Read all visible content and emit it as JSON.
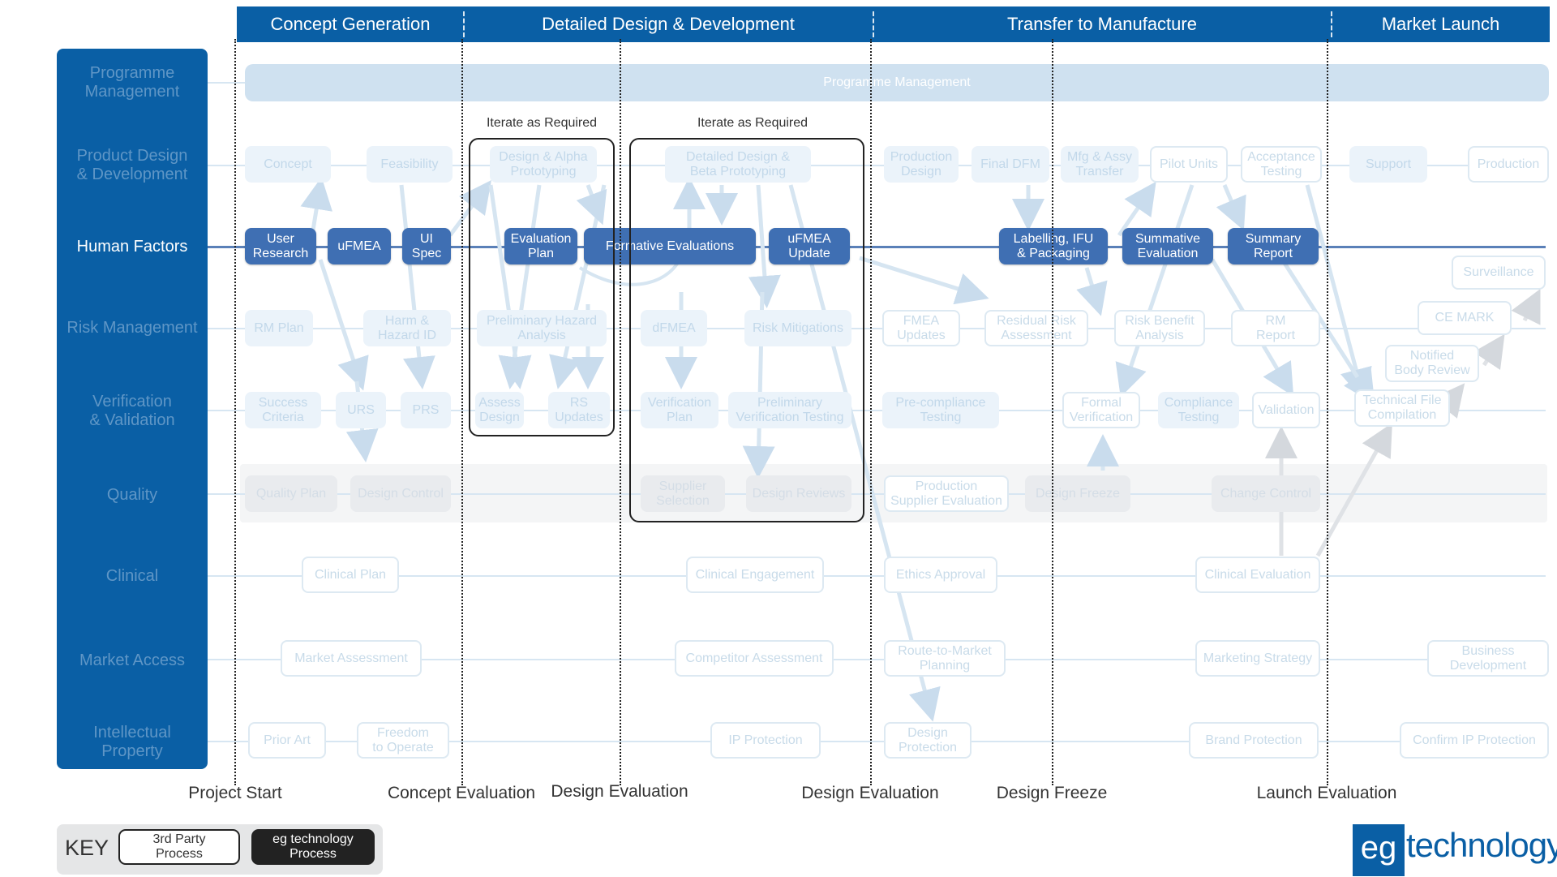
{
  "phases": [
    "Concept Generation",
    "Detailed Design & Development",
    "Transfer to Manufacture",
    "Market Launch"
  ],
  "lanes": [
    "Programme\nManagement",
    "Product Design\n& Development",
    "Human Factors",
    "Risk Management",
    "Verification\n& Validation",
    "Quality",
    "Clinical",
    "Market Access",
    "Intellectual\nProperty"
  ],
  "programme_bar": "Programme Management",
  "pd": [
    "Concept",
    "Feasibility",
    "Design & Alpha\nPrototyping",
    "Detailed Design &\nBeta Prototyping",
    "Production\nDesign",
    "Final DFM",
    "Mfg & Assy\nTransfer",
    "Pilot Units",
    "Acceptance\nTesting",
    "Support",
    "Production"
  ],
  "hf": [
    "User\nResearch",
    "uFMEA",
    "UI\nSpec",
    "Evaluation\nPlan",
    "Formative Evaluations",
    "uFMEA\nUpdate",
    "Labelling, IFU\n& Packaging",
    "Summative\nEvaluation",
    "Summary\nReport"
  ],
  "rm": [
    "RM Plan",
    "Harm &\nHazard ID",
    "Preliminary Hazard\nAnalysis",
    "dFMEA",
    "Risk Mitigations",
    "FMEA\nUpdates",
    "Residual Risk\nAssessment",
    "Risk Benefit\nAnalysis",
    "RM\nReport"
  ],
  "vv": [
    "Success\nCriteria",
    "URS",
    "PRS",
    "Assess\nDesign",
    "RS\nUpdates",
    "Verification\nPlan",
    "Preliminary\nVerification Testing",
    "Pre-compliance\nTesting",
    "Formal\nVerification",
    "Compliance\nTesting",
    "Validation"
  ],
  "quality": [
    "Quality Plan",
    "Design Control",
    "Supplier\nSelection",
    "Design Reviews",
    "Production\nSupplier Evaluation",
    "Design Freeze",
    "Change Control"
  ],
  "clinical": [
    "Clinical Plan",
    "Clinical Engagement",
    "Ethics Approval",
    "Clinical Evaluation"
  ],
  "market": [
    "Market Assessment",
    "Competitor Assessment",
    "Route-to-Market\nPlanning",
    "Marketing Strategy",
    "Business\nDevelopment"
  ],
  "ip": [
    "Prior Art",
    "Freedom\nto Operate",
    "IP Protection",
    "Design\nProtection",
    "Brand Protection",
    "Confirm IP Protection"
  ],
  "launch": [
    "Surveillance",
    "CE MARK",
    "Notified\nBody Review",
    "Technical File\nCompilation"
  ],
  "iterate_labels": [
    "Iterate as Required",
    "Iterate as Required"
  ],
  "milestones": [
    "Project Start",
    "Concept Evaluation",
    "Design Evaluation",
    "Design Evaluation",
    "Design Freeze",
    "Launch Evaluation"
  ],
  "key": {
    "label": "KEY",
    "third_party": "3rd Party\nProcess",
    "eg": "eg technology\nProcess"
  },
  "logo": {
    "mark": "eg",
    "text": "technology"
  },
  "colors": {
    "brand": "#0a5fa5",
    "hf_box": "#3f6fb3",
    "faint": "#ebf3fa"
  }
}
